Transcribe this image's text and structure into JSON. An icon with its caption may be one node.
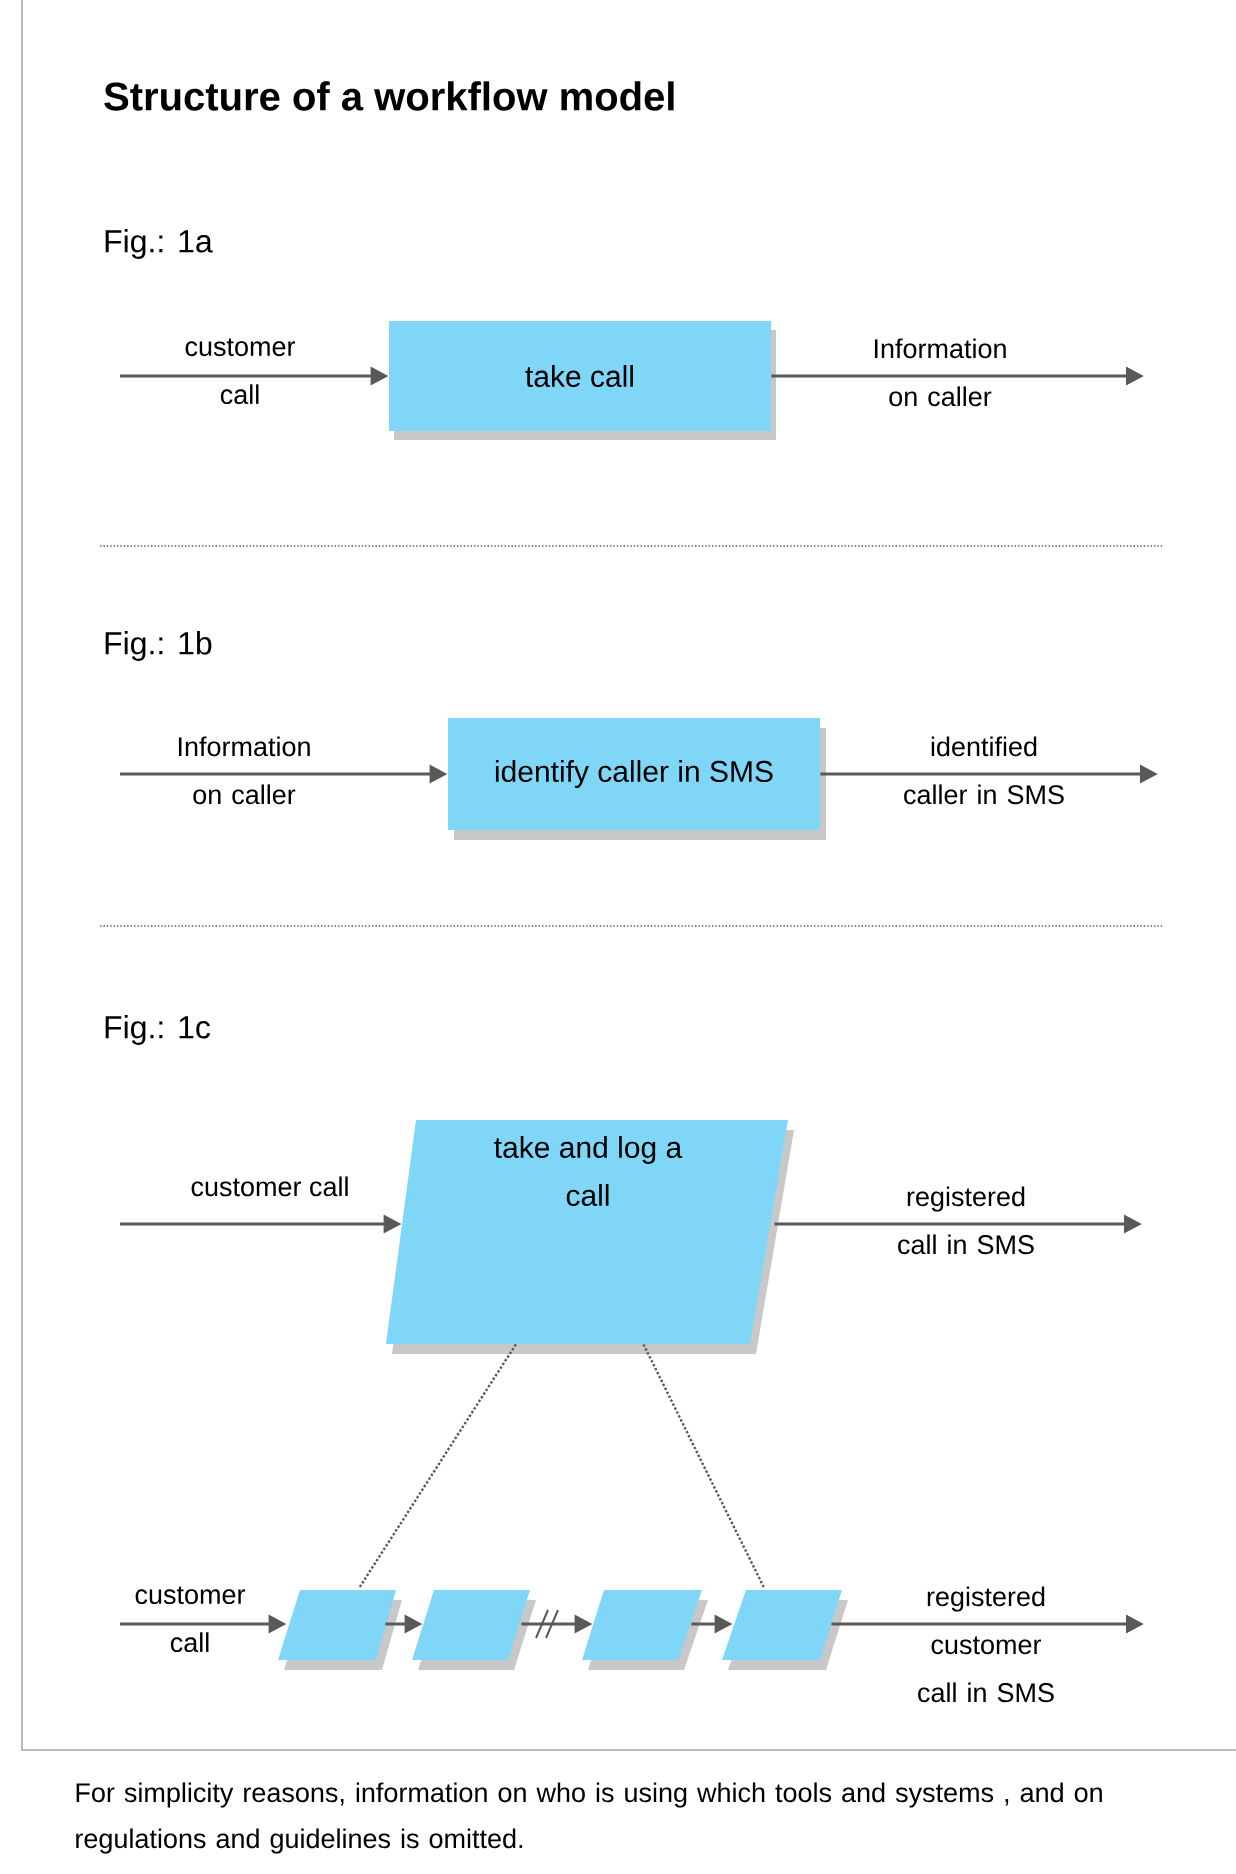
{
  "diagram": {
    "title": "Structure of a workflow model",
    "caption": "For simplicity reasons, information on who is  using which tools  and systems , and on regulations and guidelines is omitted.",
    "nodes": [
      {
        "text": [
          "take call"
        ]
      },
      {
        "text": [
          "identify caller in SMS"
        ]
      },
      {
        "text": [
          "take and log a call"
        ]
      },
      {
        "text": [],
        "shape": "parallelogram"
      },
      {
        "text": [],
        "shape": "parallelogram"
      },
      {
        "text": [],
        "shape": "parallelogram"
      },
      {
        "text": [],
        "shape": "parallelogram"
      }
    ],
    "edges": [
      {
        "from": null,
        "to": 0,
        "arrow": "to",
        "label": "customer call"
      },
      {
        "from": 0,
        "to": null,
        "arrow": "to",
        "label": "Information on caller"
      },
      {
        "from": null,
        "to": 1,
        "arrow": "to",
        "label": "Information on caller"
      },
      {
        "from": 1,
        "to": null,
        "arrow": "to",
        "label": "identified caller in SMS"
      },
      {
        "from": null,
        "to": 2,
        "arrow": "to",
        "label": "customer call"
      },
      {
        "from": 2,
        "to": null,
        "arrow": "to",
        "label": "registered call in SMS"
      },
      {
        "from": null,
        "to": 3,
        "arrow": "to",
        "label": "customer call"
      },
      {
        "from": 3,
        "to": 4,
        "arrow": "to"
      },
      {
        "from": 4,
        "to": 5,
        "arrow": "to"
      },
      {
        "from": 5,
        "to": 6,
        "arrow": "to"
      },
      {
        "from": 6,
        "to": null,
        "arrow": "to",
        "label": "registered customer call in SMS"
      },
      {
        "from": 2,
        "to": 3,
        "arrow": "none",
        "style": "dashed"
      },
      {
        "from": 2,
        "to": 6,
        "arrow": "none",
        "style": "dashed"
      }
    ],
    "labels": [
      "Fig.: 1a",
      "Fig.: 1b",
      "Fig.: 1c"
    ]
  }
}
